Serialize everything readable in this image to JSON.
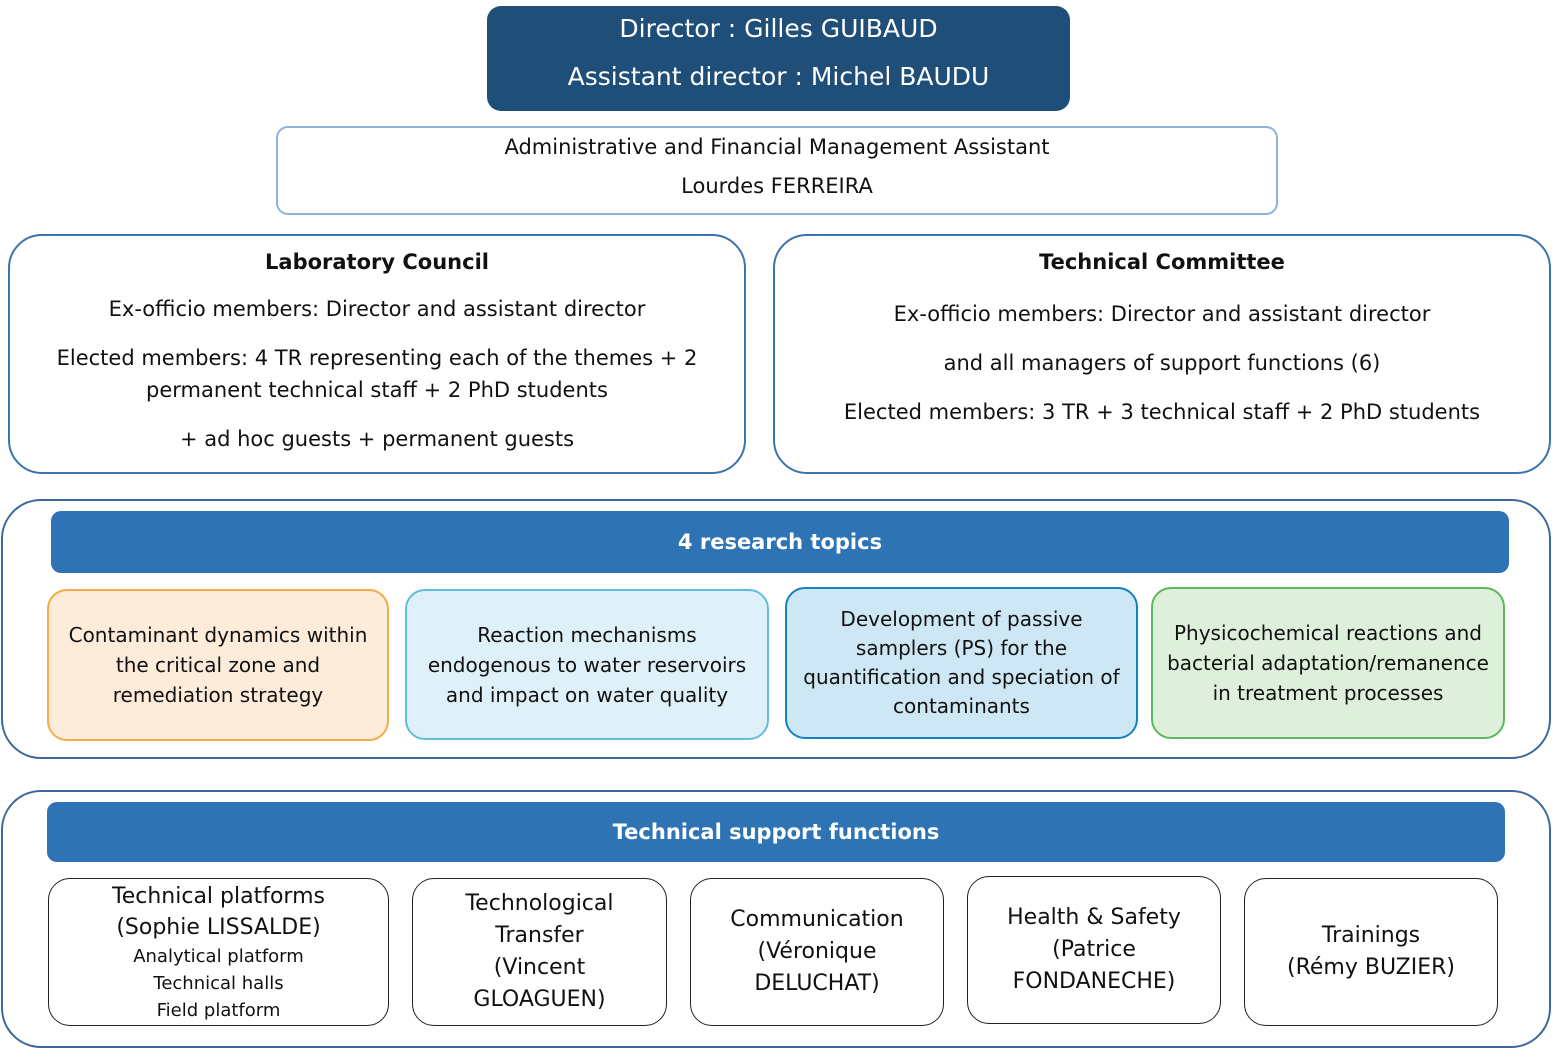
{
  "director": {
    "director_line": "Director : Gilles GUIBAUD",
    "assistant_line": "Assistant director : Michel BAUDU"
  },
  "admin": {
    "role": "Administrative and Financial Management Assistant",
    "name": "Lourdes FERREIRA"
  },
  "council": {
    "title": "Laboratory Council",
    "ex_officio": "Ex-officio members: Director and assistant director",
    "elected_line1": "Elected members: 4 TR representing each of the themes + 2",
    "elected_line2": "permanent technical staff + 2 PhD students",
    "guests": "+ ad hoc guests + permanent guests"
  },
  "committee": {
    "title": "Technical Committee",
    "ex_officio": "Ex-officio members: Director and assistant director",
    "managers": "and all managers of support functions (6)",
    "elected": "Elected members: 3 TR + 3 technical staff + 2 PhD students"
  },
  "research": {
    "banner": "4 research topics",
    "topics": [
      {
        "lines": [
          "Contaminant dynamics within",
          "the critical zone and",
          "remediation strategy"
        ],
        "color": "#fcecd9",
        "border": "#f0ad48"
      },
      {
        "lines": [
          "Reaction mechanisms",
          "endogenous to water reservoirs",
          "and impact on water quality"
        ],
        "color": "#dff1f8",
        "border": "#62bcdc"
      },
      {
        "lines": [
          "Development of passive",
          "samplers (PS) for the",
          "quantification and speciation of",
          "contaminants"
        ],
        "color": "#cde7f4",
        "border": "#1a7fc1"
      },
      {
        "lines": [
          "Physicochemical reactions and",
          "bacterial adaptation/remanence",
          "in treatment processes"
        ],
        "color": "#def0dc",
        "border": "#5cb85c"
      }
    ]
  },
  "support": {
    "banner": "Technical support functions",
    "functions": [
      {
        "title": "Technical platforms",
        "manager": "(Sophie LISSALDE)",
        "subitems": [
          "Analytical platform",
          "Technical halls",
          "Field platform"
        ]
      },
      {
        "lines": [
          "Technological",
          "Transfer",
          "(Vincent",
          "GLOAGUEN)"
        ]
      },
      {
        "lines": [
          "Communication",
          "(Véronique",
          "DELUCHAT)"
        ]
      },
      {
        "lines": [
          "Health & Safety",
          "(Patrice",
          "FONDANECHE)"
        ]
      },
      {
        "lines": [
          "Trainings",
          "(Rémy BUZIER)"
        ]
      }
    ]
  },
  "colors": {
    "director_fill": "#1f4e79",
    "banner_fill": "#2e74b5",
    "outline": "#3a74ad"
  }
}
